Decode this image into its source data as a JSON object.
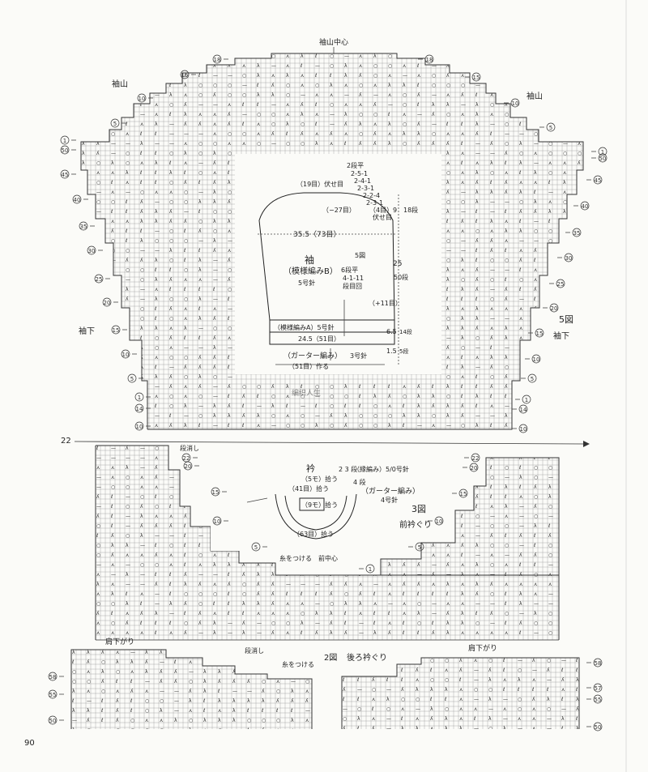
{
  "page_number": "90",
  "top_chart": {
    "labels": {
      "sleeve_cap_center": "袖山中心",
      "sleeve_cap_left": "袖山",
      "sleeve_cap_right": "袖山",
      "underarm_left": "袖下",
      "underarm_right": "袖下",
      "figure_label": "5図"
    },
    "left_row_numbers": [
      "18",
      "15",
      "10",
      "5",
      "1",
      "50",
      "45",
      "40",
      "35",
      "30",
      "25",
      "20",
      "15",
      "10",
      "5",
      "1",
      "14",
      "10"
    ],
    "right_row_numbers": [
      "18",
      "15",
      "10",
      "5",
      "1",
      "50",
      "45",
      "40",
      "35",
      "30",
      "25",
      "20",
      "15",
      "10",
      "5",
      "1",
      "14",
      "10"
    ]
  },
  "sleeve_schematic": {
    "bind_off": "（19目）伏せ目",
    "decrease_steps": [
      "2段平",
      "2-5-1",
      "2-4-1",
      "2-3-1",
      "2-2-4",
      "2-3-1",
      "（4目）",
      "伏せ目"
    ],
    "minus_27": "（−27目）",
    "cap_height": "9",
    "cap_rows": "18段",
    "width_label": "35.5（73目）",
    "fig_ref": "5図",
    "title": "袖",
    "pattern": "（模様編みB）",
    "needle_b": "5号針",
    "inc_steps": [
      "6段平",
      "4-1-11",
      "段目回"
    ],
    "body_len": "25",
    "body_rows": "50段",
    "plus_11": "（+11目）",
    "pattern_a": "（模様編みA）5号針",
    "cuff_width": "24.5（51目）",
    "garter": "（ガーター編み）",
    "needle_3": "3号針",
    "cast_on": "（51目）作る",
    "a_len": "6.5",
    "a_rows": "14段",
    "g_len": "1.5",
    "g_rows": "5段"
  },
  "divider": {
    "number": "22"
  },
  "middle_chart": {
    "left_labels": [
      "段消し",
      "22",
      "20",
      "15",
      "10",
      "5"
    ],
    "right_labels": [
      "22",
      "20",
      "15",
      "10",
      "5",
      "1"
    ],
    "neck_title": "衿",
    "neck_pickup_5": "（5モ）拾う",
    "neck_rib": "（縁編み）5/0号針",
    "neck_rib_rows": "2 3 段",
    "pickup_41": "（41目）拾う",
    "garter": "（ガーター編み）",
    "garter_rows": "4 段",
    "needle_4": "4号針",
    "pickup_9": "（9モ）拾う",
    "pickup_63": "（63目）拾う",
    "figure": "3図",
    "front_neck": "前衿ぐり",
    "attach_yarn": "糸をつける",
    "front_center": "前中心"
  },
  "bottom_chart": {
    "shoulder_left": "肩下がり",
    "shoulder_right": "肩下がり",
    "short_row_off": "段消し",
    "attach_yarn": "糸をつける",
    "figure": "2図",
    "back_neck": "後ろ衿ぐり",
    "left_rows": [
      "58",
      "55",
      "50"
    ],
    "right_rows": [
      "58",
      "57",
      "55",
      "50"
    ]
  },
  "watermark": "编织人生"
}
